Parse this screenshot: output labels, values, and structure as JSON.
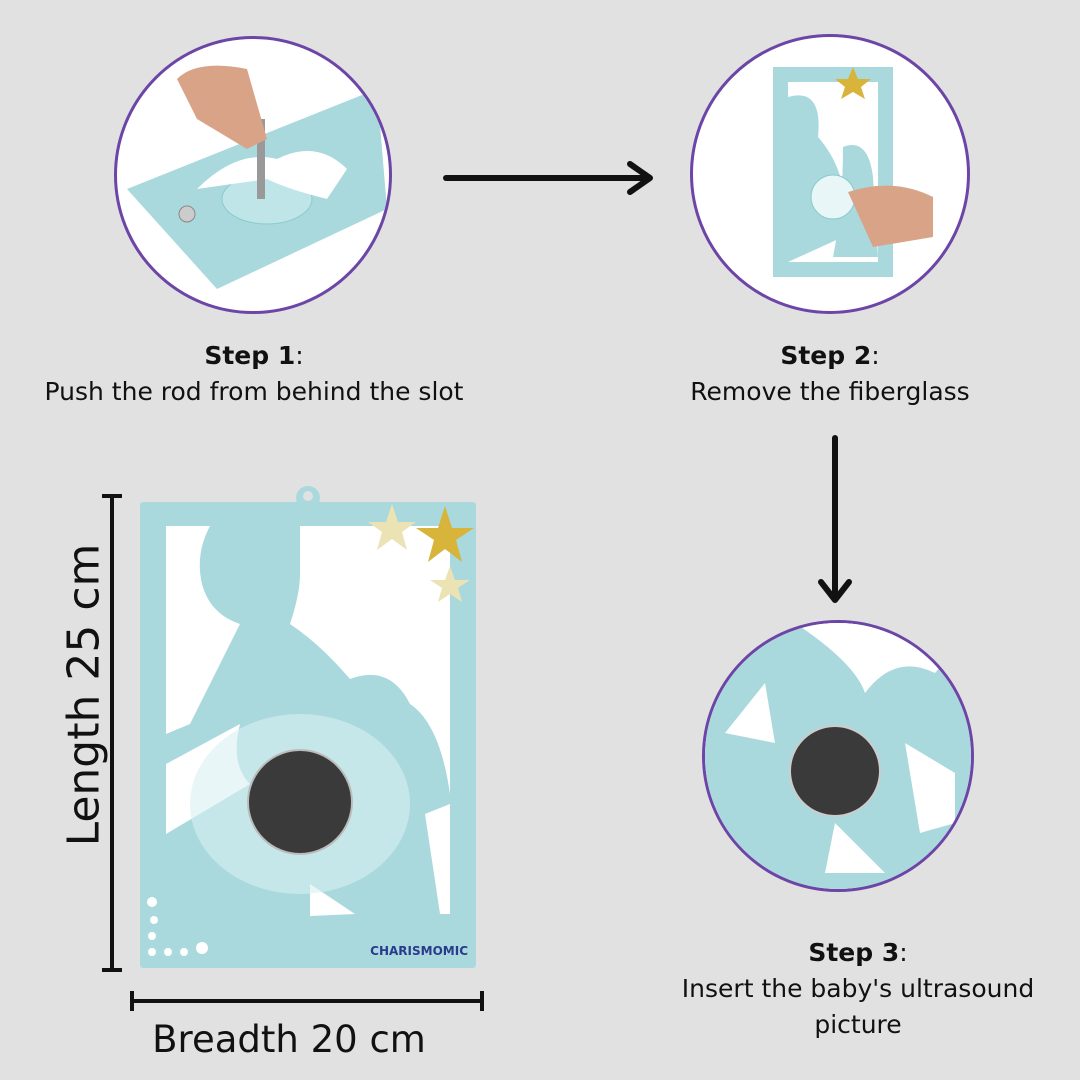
{
  "steps": [
    {
      "title": "Step 1",
      "description": "Push the rod from behind the slot"
    },
    {
      "title": "Step 2",
      "description": "Remove the fiberglass"
    },
    {
      "title": "Step 3",
      "description": "Insert the baby's ultrasound picture"
    }
  ],
  "dimensions": {
    "length": "Length 25 cm",
    "breadth": "Breadth 20 cm"
  },
  "brand": {
    "logo": "CHARISMOMIC"
  },
  "colors": {
    "background": "#e1e1e1",
    "circle_border": "#6c45a6",
    "frame": "#a9d9dd",
    "star_gold": "#d8b43a"
  },
  "separator": ":"
}
